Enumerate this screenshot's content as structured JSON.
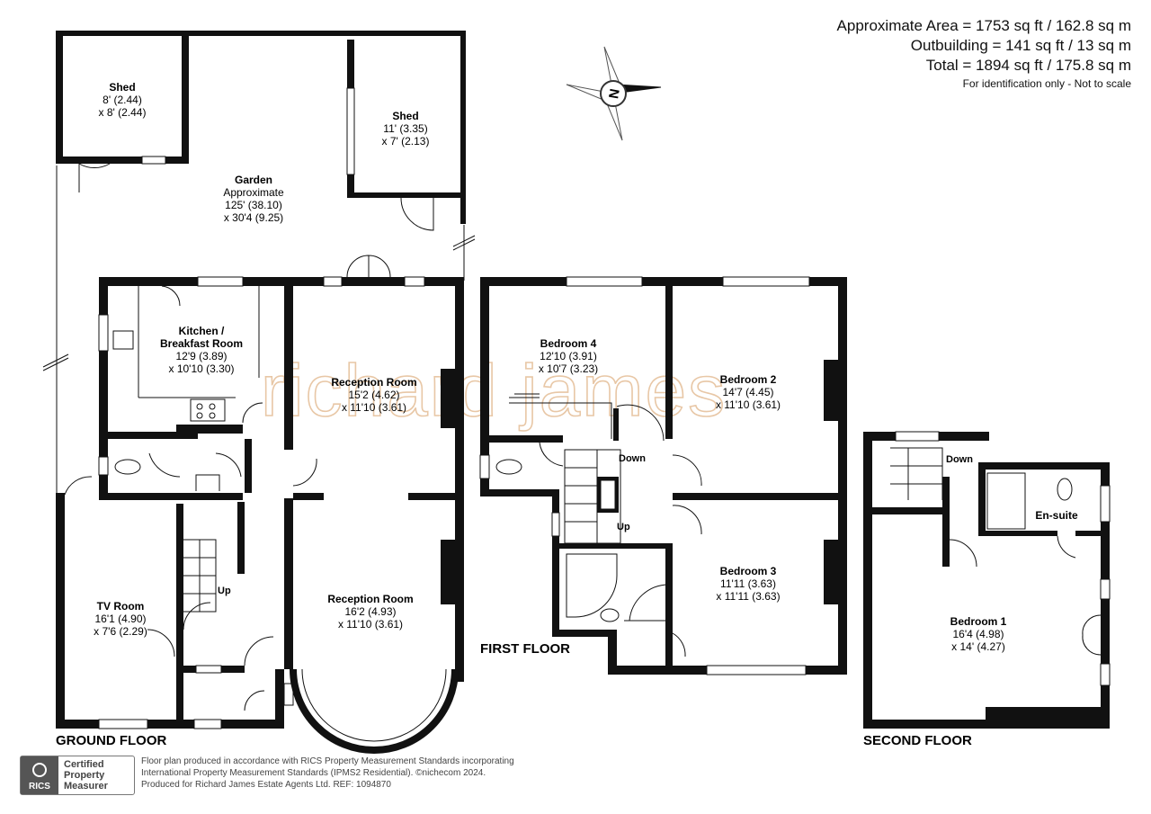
{
  "header": {
    "approx_area": "Approximate Area = 1753 sq ft / 162.8 sq m",
    "outbuilding": "Outbuilding = 141 sq ft / 13 sq m",
    "total": "Total = 1894 sq ft / 175.8 sq m",
    "note": "For identification only - Not to scale"
  },
  "watermark": "richard james",
  "compass": {
    "letter": "N"
  },
  "floors": {
    "ground": "GROUND FLOOR",
    "first": "FIRST FLOOR",
    "second": "SECOND FLOOR"
  },
  "rooms": {
    "shed1": {
      "name": "Shed",
      "dim1": "8' (2.44)",
      "dim2": "x 8' (2.44)"
    },
    "shed2": {
      "name": "Shed",
      "dim1": "11' (3.35)",
      "dim2": "x 7' (2.13)"
    },
    "garden": {
      "name": "Garden",
      "dim0": "Approximate",
      "dim1": "125' (38.10)",
      "dim2": "x 30'4 (9.25)"
    },
    "kitchen": {
      "name1": "Kitchen /",
      "name2": "Breakfast Room",
      "dim1": "12'9 (3.89)",
      "dim2": "x 10'10 (3.30)"
    },
    "reception1": {
      "name": "Reception Room",
      "dim1": "15'2 (4.62)",
      "dim2": "x 11'10 (3.61)"
    },
    "reception2": {
      "name": "Reception Room",
      "dim1": "16'2 (4.93)",
      "dim2": "x 11'10 (3.61)"
    },
    "tv": {
      "name": "TV Room",
      "dim1": "16'1 (4.90)",
      "dim2": "x 7'6 (2.29)"
    },
    "bed4": {
      "name": "Bedroom 4",
      "dim1": "12'10 (3.91)",
      "dim2": "x 10'7 (3.23)"
    },
    "bed2": {
      "name": "Bedroom 2",
      "dim1": "14'7 (4.45)",
      "dim2": "x 11'10 (3.61)"
    },
    "bed3": {
      "name": "Bedroom 3",
      "dim1": "11'11 (3.63)",
      "dim2": "x 11'11 (3.63)"
    },
    "bed1": {
      "name": "Bedroom 1",
      "dim1": "16'4 (4.98)",
      "dim2": "x 14' (4.27)"
    },
    "ensuite": {
      "name": "En-suite"
    }
  },
  "stairs": {
    "up_ground": "Up",
    "up_first": "Up",
    "down_first": "Down",
    "down_second": "Down"
  },
  "footer": {
    "badge_logo": "RICS",
    "badge_line1": "Certified",
    "badge_line2": "Property",
    "badge_line3": "Measurer",
    "line1": "Floor plan produced in accordance with RICS Property Measurement Standards incorporating",
    "line2": "International Property Measurement Standards (IPMS2 Residential).  ©nichecom 2024.",
    "line3": "Produced for Richard James Estate Agents Ltd.   REF:  1094870"
  }
}
